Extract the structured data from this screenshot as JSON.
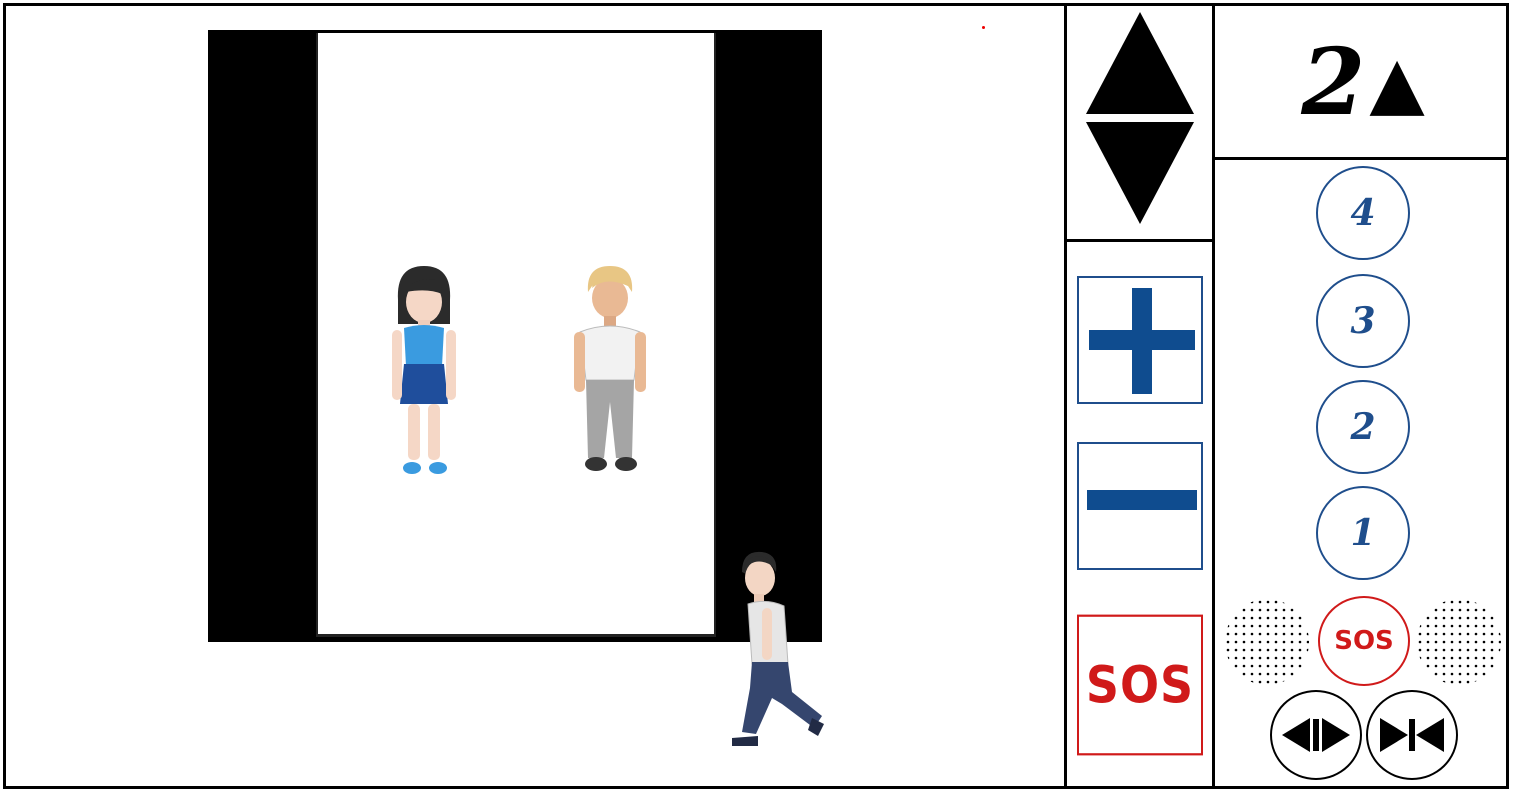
{
  "display": {
    "floor": "2",
    "direction_glyph": "▲"
  },
  "floor_buttons": [
    "4",
    "3",
    "2",
    "1"
  ],
  "sos_label": "SOS",
  "panel_sos_label": "SOS",
  "colors": {
    "accent_blue": "#1f4e8c",
    "alarm_red": "#d01a1a"
  },
  "icons": {
    "up": "up-triangle-icon",
    "down": "down-triangle-icon",
    "plus": "plus-icon",
    "minus": "minus-icon",
    "door_open": "door-open-icon",
    "door_close": "door-close-icon"
  }
}
